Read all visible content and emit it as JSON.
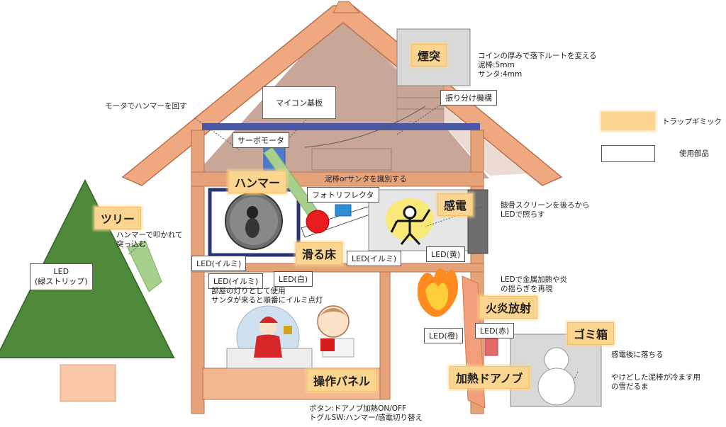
{
  "legend": {
    "trap_label": "トラップギミック",
    "part_label": "使用部品",
    "trap_color": "#fbd58f",
    "part_color": "#ffffff"
  },
  "traps": {
    "chimney": "煙突",
    "hammer": "ハンマー",
    "tree": "ツリー",
    "slide_floor": "滑る床",
    "shock": "感電",
    "flame": "火炎放射",
    "trash": "ゴミ箱",
    "heat_door": "加熱ドアノブ",
    "panel": "操作パネル"
  },
  "parts": {
    "mcu": "マイコン基板",
    "sorter": "振り分け機構",
    "servo": "サーボモータ",
    "photo": "フォトリフレクタ",
    "led_illumi_1": "LED(イルミ)",
    "led_illumi_2": "LED(イルミ)",
    "led_illumi_3": "LED(イルミ)",
    "led_white": "LED(白)",
    "led_yellow": "LED(黄)",
    "led_orange": "LED(橙)",
    "led_red": "LED(赤)",
    "led_green": "LED\n(緑ストリップ)"
  },
  "notes": {
    "chimney": "コイン​の厚みで落下ルートを変える\n泥棒:5mm\nサンタ:4mm",
    "motor": "モータでハンマーを回す",
    "identify": "泥棒orサンタを識別する",
    "hammer_hit": "ハンマーで叩かれて\n突っ込む",
    "skeleton": "骸骨スクリーンを後ろから\nLEDで照らす",
    "flame": "LEDで金属加熱や炎\nの揺らぎを再現",
    "room_light": "部屋の灯りとして使用\nサンタが来ると順番にイルミ点灯",
    "trash1": "感電後に落ちる",
    "trash2": "やけどした泥棒が冷ます用\nの雪だるま",
    "panel": "ボタン:ドアノブ加熱ON/OFF\nトグルSW:ハンマー/感電切り替え"
  }
}
